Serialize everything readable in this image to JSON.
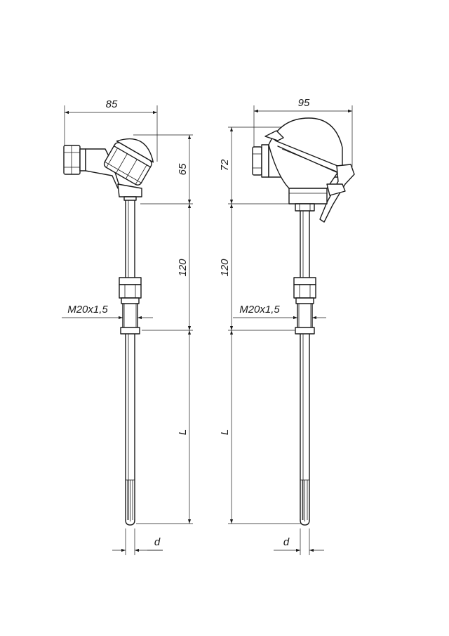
{
  "left_view": {
    "head_width": "85",
    "head_height": "65",
    "neck_length": "120",
    "thread": "M20x1,5",
    "insertion_length": "L",
    "diameter": "d"
  },
  "right_view": {
    "head_width": "95",
    "head_height": "72",
    "neck_length": "120",
    "thread": "M20x1,5",
    "insertion_length": "L",
    "diameter": "d"
  }
}
